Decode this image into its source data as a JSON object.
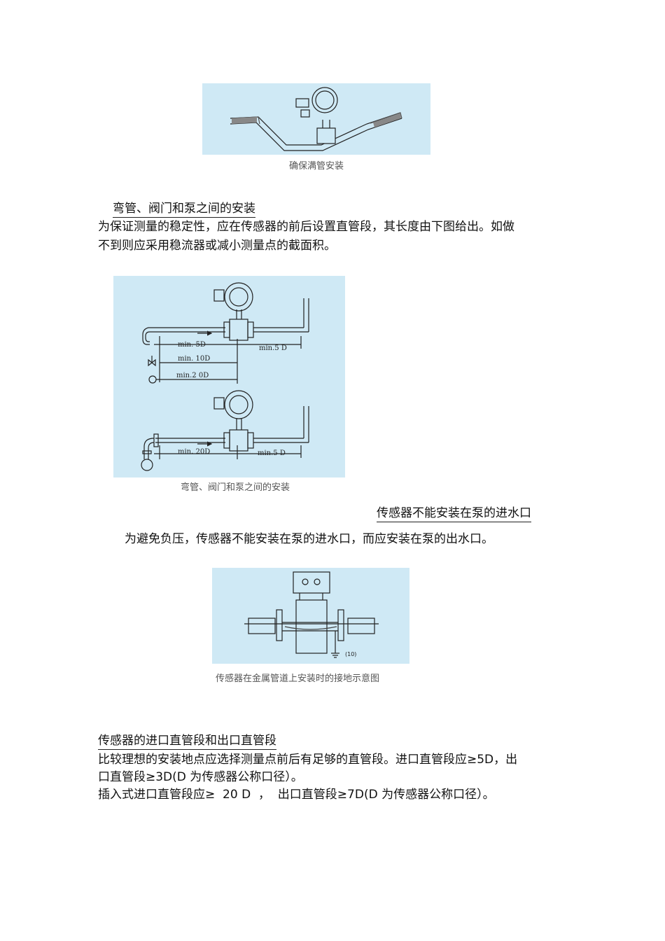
{
  "figures": {
    "fig1": {
      "caption": "确保满管安装"
    },
    "fig2": {
      "caption": "弯管、阀门和泵之间的安装",
      "labels": {
        "up_left": "min. 5D",
        "up_right": "min.5 D",
        "valve": "min. 10D",
        "pump": "min.2 0D",
        "low_left": "min. 20D",
        "low_right": "min.5 D"
      }
    },
    "fig3": {
      "caption": "传感器在金属管道上安装时的接地示意图",
      "code": "(10)"
    }
  },
  "sections": {
    "bend": {
      "heading": "弯管、阀门和泵之间的安装",
      "lines": [
        "为保证测量的稳定性，应在传感器的前后设置直管段，其长度由下图给出。如做",
        "不到则应采用稳流器或减小测量点的截面积。"
      ]
    },
    "pump": {
      "heading": "传感器不能安装在泵的进水口",
      "line": "为避免负压，传感器不能安装在泵的进水口，而应安装在泵的出水口。"
    },
    "straight": {
      "heading": "传感器的进口直管段和出口直管段",
      "lines": [
        "比较理想的安装地点应选择测量点前后有足够的直管段。进口直管段应≥5D，出",
        "口直管段≥3D(D 为传感器公称口径）。",
        "插入式进口直管段应≥  20 D  ，  出口直管段≥7D(D 为传感器公称口径）。"
      ]
    }
  }
}
